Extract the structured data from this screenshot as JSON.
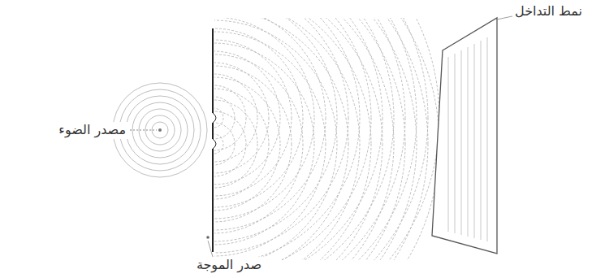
{
  "diagram": {
    "labels": [
      "نمط التداخل",
      "مصدر الضوء",
      "صدر الموجة"
    ]
  }
}
